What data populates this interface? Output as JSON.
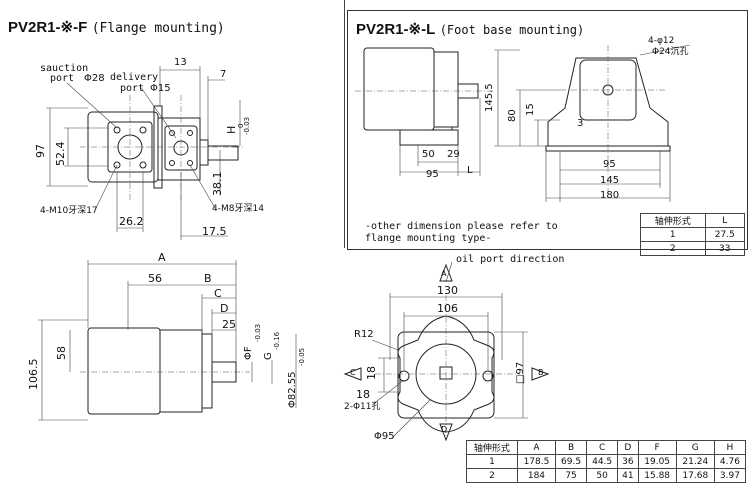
{
  "flange": {
    "title_code": "PV2R1-※-F",
    "title_desc": "(Flange mounting)",
    "suction_label_1": "sauction",
    "suction_label_2": "port",
    "suction_dia": "Φ28",
    "delivery_label_1": "delivery",
    "delivery_label_2": "port",
    "delivery_dia": "Φ15",
    "dim_13": "13",
    "dim_7": "7",
    "dim_97": "97",
    "dim_524": "52.4",
    "dim_h": "H",
    "dim_h_tol_top": "0",
    "dim_h_tol_bot": "-0.03",
    "dim_381": "38.1",
    "dim_262": "26.2",
    "dim_175": "17.5",
    "bolt_left": "4-M10牙深17",
    "bolt_right": "4-M8牙深14"
  },
  "foot": {
    "title_code": "PV2R1-※-L",
    "title_desc": "(Foot base mounting)",
    "hole_note": "4-φ12",
    "counterbore_note": "Φ24沉孔",
    "dim_1455": "145.5",
    "dim_80": "80",
    "dim_15": "15",
    "dim_3": "3",
    "dim_50": "50",
    "dim_29": "29",
    "dim_95a": "95",
    "dim_L": "L",
    "dim_95b": "95",
    "dim_145": "145",
    "dim_180": "180",
    "note_line1": "-other dimension please refer to",
    "note_line2": "flange mounting type-",
    "table": {
      "headers": [
        "轴伸形式",
        "L"
      ],
      "rows": [
        [
          "1",
          "27.5"
        ],
        [
          "2",
          "33"
        ]
      ]
    }
  },
  "side": {
    "dim_A": "A",
    "dim_56": "56",
    "dim_B": "B",
    "dim_C": "C",
    "dim_D": "D",
    "dim_25": "25",
    "dim_1065": "106.5",
    "dim_58": "58",
    "dim_F": "ΦF",
    "dim_F_tol": "-0.03",
    "dim_G": "G",
    "dim_G_tol": "-0.16",
    "dim_8255": "Φ82.55",
    "dim_8255_tol": "-0.05"
  },
  "front": {
    "oil_port_label": "oil port direction",
    "marker_A": "A",
    "marker_B": "B",
    "marker_C": "C",
    "marker_D": "D",
    "dim_130": "130",
    "dim_106": "106",
    "dim_R12": "R12",
    "dim_18a": "18",
    "dim_18b": "18",
    "dim_holes": "2-Φ11孔",
    "dim_97sq": "□97",
    "dim_95": "Φ95"
  },
  "main_table": {
    "headers": [
      "轴伸形式",
      "A",
      "B",
      "C",
      "D",
      "F",
      "G",
      "H"
    ],
    "rows": [
      [
        "1",
        "178.5",
        "69.5",
        "44.5",
        "36",
        "19.05",
        "21.24",
        "4.76"
      ],
      [
        "2",
        "184",
        "75",
        "50",
        "41",
        "15.88",
        "17.68",
        "3.97"
      ]
    ]
  }
}
